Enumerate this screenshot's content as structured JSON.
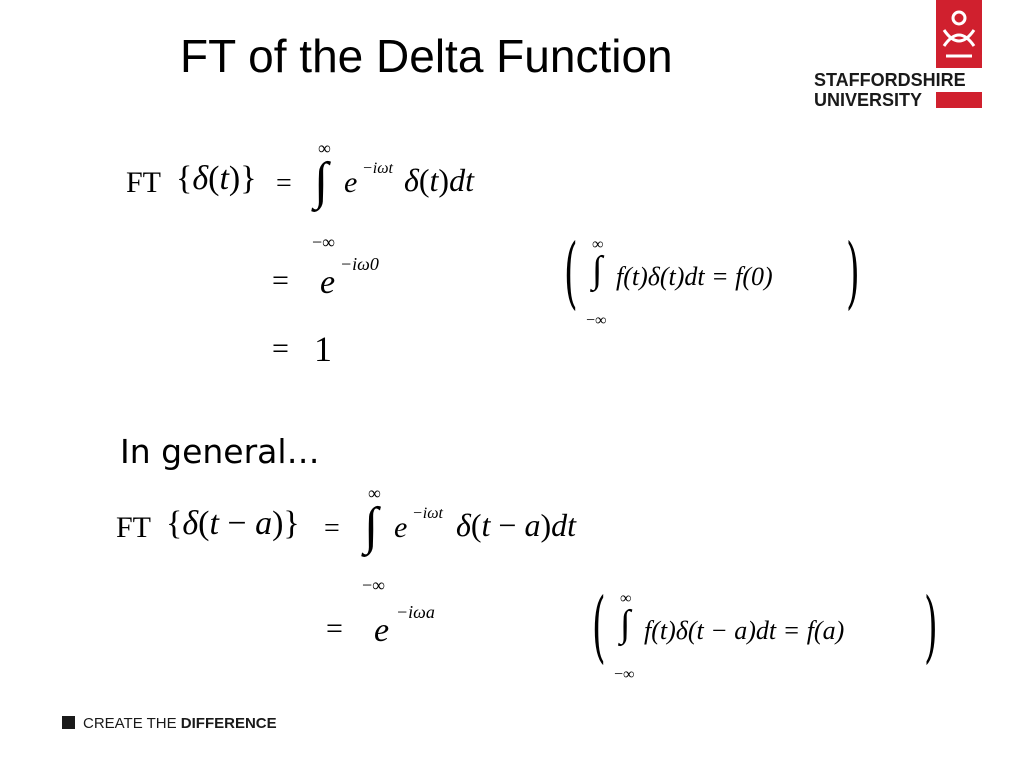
{
  "slide": {
    "title": "FT of the Delta Function",
    "section_label": "In general…"
  },
  "logo": {
    "line1": "STAFFORDSHIRE",
    "line2": "UNIVERSITY",
    "brand_color": "#d0202e"
  },
  "equations": {
    "ft_label": "FT",
    "inf": "∞",
    "neg_inf": "−∞",
    "exp_base": "e",
    "exp1": "−iωt",
    "exp_zero": "−iω0",
    "exp_a": "−iωa",
    "one": "1",
    "sift_zero_lhs": "f(t)δ(t)dt = f(0)",
    "sift_a_rhs": "f(a)"
  },
  "footer": {
    "part1": "CREATE THE ",
    "part2": "DIFFERENCE"
  }
}
